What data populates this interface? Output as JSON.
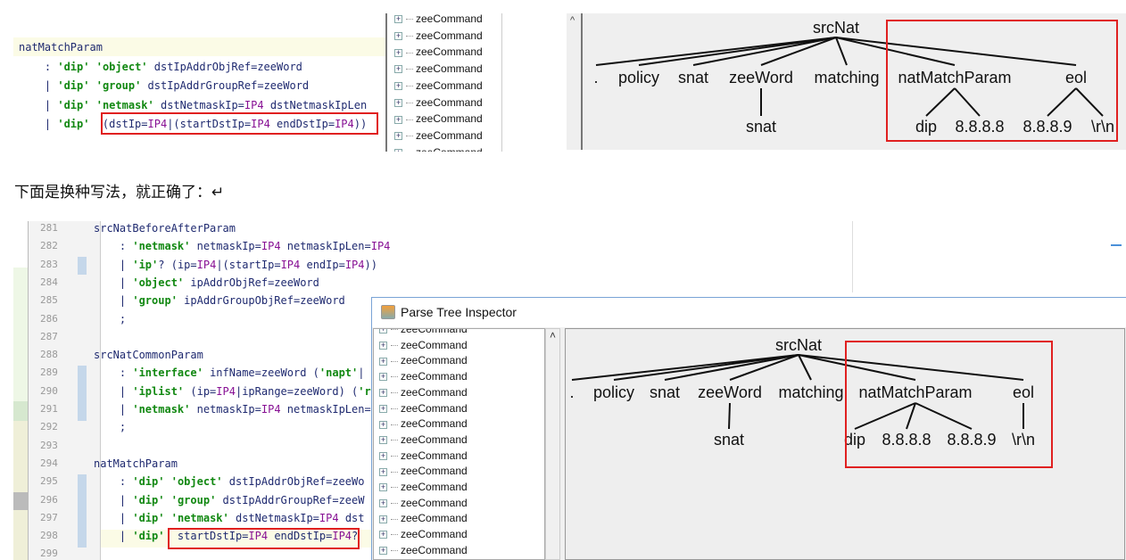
{
  "top_code": {
    "lines": [
      [
        [
          "n",
          "natMatchParam"
        ]
      ],
      [
        [
          "n",
          "    : "
        ],
        [
          "k",
          "'dip'"
        ],
        [
          "n",
          " "
        ],
        [
          "k",
          "'object'"
        ],
        [
          "n",
          " dstIpAddrObjRef=zeeWord"
        ]
      ],
      [
        [
          "n",
          "    | "
        ],
        [
          "k",
          "'dip'"
        ],
        [
          "n",
          " "
        ],
        [
          "k",
          "'group'"
        ],
        [
          "n",
          " dstIpAddrGroupRef=zeeWord"
        ]
      ],
      [
        [
          "n",
          "    | "
        ],
        [
          "k",
          "'dip'"
        ],
        [
          "n",
          " "
        ],
        [
          "k",
          "'netmask'"
        ],
        [
          "n",
          " dstNetmaskIp="
        ],
        [
          "p",
          "IP4"
        ],
        [
          "n",
          " dstNetmaskIpLen"
        ]
      ],
      [
        [
          "n",
          "    | "
        ],
        [
          "k",
          "'dip'"
        ],
        [
          "n",
          "  (dstIp="
        ],
        [
          "p",
          "IP4"
        ],
        [
          "n",
          "|(startDstIp="
        ],
        [
          "p",
          "IP4"
        ],
        [
          "n",
          " endDstIp="
        ],
        [
          "p",
          "IP4"
        ],
        [
          "n",
          "))"
        ]
      ]
    ]
  },
  "top_list": {
    "items": [
      "zeeCommand",
      "zeeCommand",
      "zeeCommand",
      "zeeCommand",
      "zeeCommand",
      "zeeCommand",
      "zeeCommand",
      "zeeCommand",
      "zeeCommand"
    ]
  },
  "top_tree": {
    "root": "srcNat",
    "children": [
      ".",
      "policy",
      "snat",
      "zeeWord",
      "matching",
      "natMatchParam",
      "eol"
    ],
    "zeeword_child": "snat",
    "natmatch_children": [
      "dip",
      "8.8.8.8"
    ],
    "eol_children": [
      "8.8.8.9",
      "\\r\\n"
    ]
  },
  "caption": "下面是换种写法，就正确了：↵",
  "bottom_code": {
    "line_numbers": [
      "281",
      "282",
      "283",
      "284",
      "285",
      "286",
      "287",
      "288",
      "289",
      "290",
      "291",
      "292",
      "293",
      "294",
      "295",
      "296",
      "297",
      "298",
      "299"
    ],
    "lines": [
      [
        [
          "n",
          "srcNatBeforeAfterParam"
        ]
      ],
      [
        [
          "n",
          "    : "
        ],
        [
          "k",
          "'netmask'"
        ],
        [
          "n",
          " netmaskIp="
        ],
        [
          "p",
          "IP4"
        ],
        [
          "n",
          " netmaskIpLen="
        ],
        [
          "p",
          "IP4"
        ]
      ],
      [
        [
          "n",
          "    | "
        ],
        [
          "k",
          "'ip'"
        ],
        [
          "n",
          "? (ip="
        ],
        [
          "p",
          "IP4"
        ],
        [
          "n",
          "|(startIp="
        ],
        [
          "p",
          "IP4"
        ],
        [
          "n",
          " endIp="
        ],
        [
          "p",
          "IP4"
        ],
        [
          "n",
          "))"
        ]
      ],
      [
        [
          "n",
          "    | "
        ],
        [
          "k",
          "'object'"
        ],
        [
          "n",
          " ipAddrObjRef=zeeWord"
        ]
      ],
      [
        [
          "n",
          "    | "
        ],
        [
          "k",
          "'group'"
        ],
        [
          "n",
          " ipAddrGroupObjRef=zeeWord"
        ]
      ],
      [
        [
          "n",
          "    ;"
        ]
      ],
      [
        [
          "n",
          ""
        ]
      ],
      [
        [
          "n",
          "srcNatCommonParam"
        ]
      ],
      [
        [
          "n",
          "    : "
        ],
        [
          "k",
          "'interface'"
        ],
        [
          "n",
          " infName=zeeWord ("
        ],
        [
          "k",
          "'napt'"
        ],
        [
          "n",
          "|"
        ]
      ],
      [
        [
          "n",
          "    | "
        ],
        [
          "k",
          "'iplist'"
        ],
        [
          "n",
          " (ip="
        ],
        [
          "p",
          "IP4"
        ],
        [
          "n",
          "|ipRange=zeeWord) ("
        ],
        [
          "k",
          "'r"
        ]
      ],
      [
        [
          "n",
          "    | "
        ],
        [
          "k",
          "'netmask'"
        ],
        [
          "n",
          " netmaskIp="
        ],
        [
          "p",
          "IP4"
        ],
        [
          "n",
          " netmaskIpLen="
        ]
      ],
      [
        [
          "n",
          "    ;"
        ]
      ],
      [
        [
          "n",
          ""
        ]
      ],
      [
        [
          "n",
          "natMatchParam"
        ]
      ],
      [
        [
          "n",
          "    : "
        ],
        [
          "k",
          "'dip'"
        ],
        [
          "n",
          " "
        ],
        [
          "k",
          "'object'"
        ],
        [
          "n",
          " dstIpAddrObjRef=zeeWo"
        ]
      ],
      [
        [
          "n",
          "    | "
        ],
        [
          "k",
          "'dip'"
        ],
        [
          "n",
          " "
        ],
        [
          "k",
          "'group'"
        ],
        [
          "n",
          " dstIpAddrGroupRef=zeeW"
        ]
      ],
      [
        [
          "n",
          "    | "
        ],
        [
          "k",
          "'dip'"
        ],
        [
          "n",
          " "
        ],
        [
          "k",
          "'netmask'"
        ],
        [
          "n",
          " dstNetmaskIp="
        ],
        [
          "p",
          "IP4"
        ],
        [
          "n",
          " dst"
        ]
      ],
      [
        [
          "n",
          "    | "
        ],
        [
          "k",
          "'dip'"
        ],
        [
          "n",
          "  startDstIp="
        ],
        [
          "p",
          "IP4"
        ],
        [
          "n",
          " endDstIp="
        ],
        [
          "p",
          "IP4"
        ],
        [
          "n",
          "?"
        ]
      ],
      [
        [
          "n",
          ""
        ]
      ]
    ]
  },
  "inspector": {
    "title": "Parse Tree Inspector",
    "list": {
      "items": [
        "zeeCommand",
        "zeeCommand",
        "zeeCommand",
        "zeeCommand",
        "zeeCommand",
        "zeeCommand",
        "zeeCommand",
        "zeeCommand",
        "zeeCommand",
        "zeeCommand",
        "zeeCommand",
        "zeeCommand",
        "zeeCommand",
        "zeeCommand",
        "zeeCommand"
      ]
    },
    "tree": {
      "root": "srcNat",
      "children": [
        ".",
        "policy",
        "snat",
        "zeeWord",
        "matching",
        "natMatchParam",
        "eol"
      ],
      "zeeword_child": "snat",
      "natmatch_children": [
        "dip",
        "8.8.8.8",
        "8.8.8.9"
      ],
      "eol_children": [
        "\\r\\n"
      ]
    }
  },
  "colors": {
    "highlight_box": "#e02020",
    "keyword": "#118811",
    "type": "#871094"
  }
}
